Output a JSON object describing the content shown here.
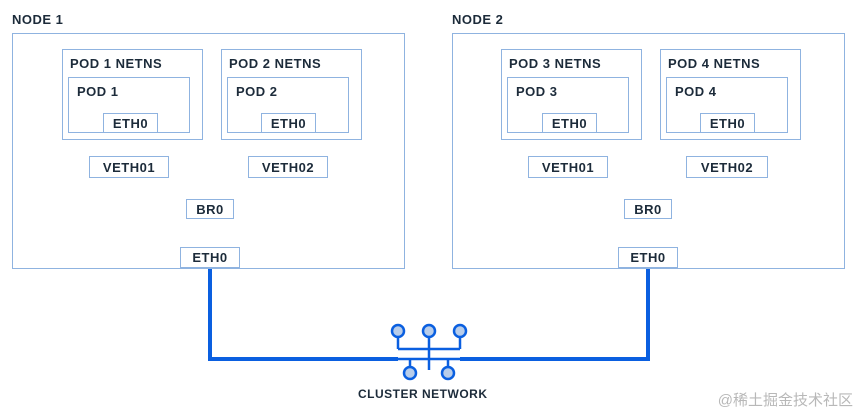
{
  "colors": {
    "line": "#0a5fe0",
    "box_border": "#8fb3e0",
    "text": "#1c2b3a",
    "node_fill": "#b8cdea"
  },
  "nodes": [
    {
      "label": "NODE 1",
      "pods": [
        {
          "netns": "POD 1 NETNS",
          "pod": "POD 1",
          "eth": "ETH0",
          "veth": "VETH01"
        },
        {
          "netns": "POD 2 NETNS",
          "pod": "POD 2",
          "eth": "ETH0",
          "veth": "VETH02"
        }
      ],
      "bridge": "BR0",
      "eth": "ETH0"
    },
    {
      "label": "NODE 2",
      "pods": [
        {
          "netns": "POD 3 NETNS",
          "pod": "POD 3",
          "eth": "ETH0",
          "veth": "VETH01"
        },
        {
          "netns": "POD 4 NETNS",
          "pod": "POD 4",
          "eth": "ETH0",
          "veth": "VETH02"
        }
      ],
      "bridge": "BR0",
      "eth": "ETH0"
    }
  ],
  "cluster": {
    "label": "CLUSTER NETWORK",
    "icon": "network-hub-icon"
  },
  "watermark": "@稀土掘金技术社区"
}
